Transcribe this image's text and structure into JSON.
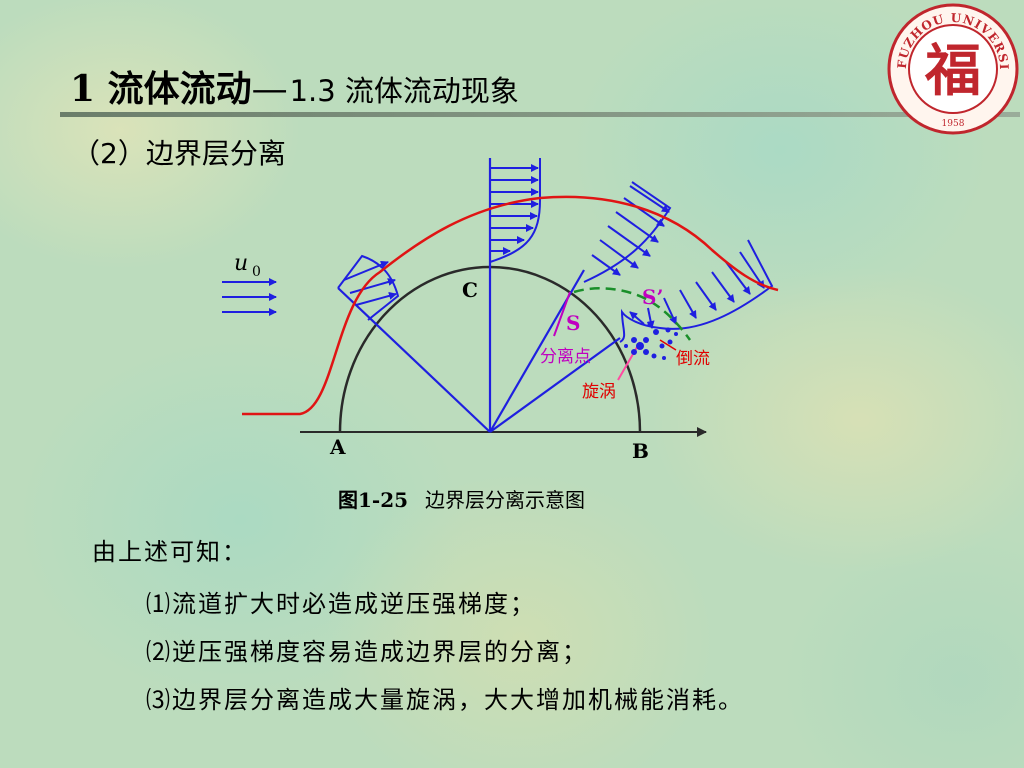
{
  "header": {
    "title_main": "1 流体流动",
    "title_dash": "—",
    "title_sub": "1.3 流体流动现象"
  },
  "section": {
    "heading": "（2）边界层分离"
  },
  "logo": {
    "text": "FUZHOU UNIVERSITY",
    "glyph": "福",
    "year": "1958"
  },
  "figure": {
    "labels": {
      "u": "u",
      "u_sub": "0",
      "A": "A",
      "B": "B",
      "C": "C",
      "S": "S",
      "S_prime": "S’",
      "separation_point": "分离点",
      "backflow": "倒流",
      "vortex": "旋涡"
    },
    "caption_prefix": "图",
    "caption_number": "1-25",
    "caption_text": "边界层分离示意图",
    "colors": {
      "profile": "#1f1fe0",
      "boundary_curve": "#e01414",
      "surface": "#2a2a2a",
      "dashed_line": "#1a8f2a",
      "label_magenta": "#c000c0",
      "label_red": "#e00000"
    }
  },
  "conclusions": {
    "intro": "由上述可知：",
    "items": [
      {
        "num": "⑴",
        "text": "流道扩大时必造成逆压强梯度；"
      },
      {
        "num": "⑵",
        "text": "逆压强梯度容易造成边界层的分离；"
      },
      {
        "num": "⑶",
        "text": "边界层分离造成大量旋涡，大大增加机械能消耗。"
      }
    ]
  }
}
